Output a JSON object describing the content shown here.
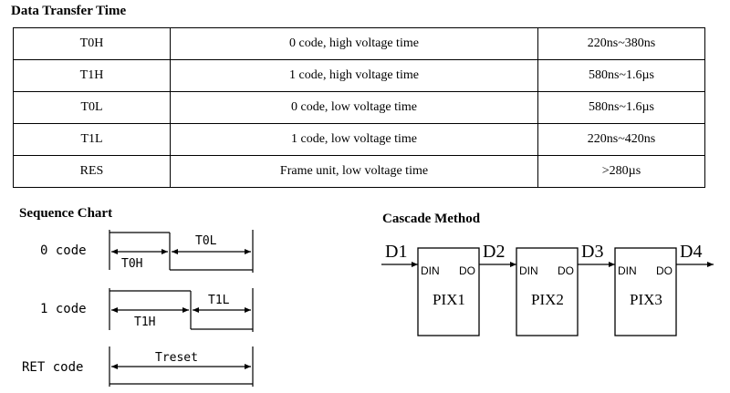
{
  "transfer": {
    "title": "Data Transfer Time",
    "rows": [
      {
        "name": "T0H",
        "desc": "0 code, high voltage time",
        "value": "220ns~380ns"
      },
      {
        "name": "T1H",
        "desc": "1 code, high voltage time",
        "value": "580ns~1.6µs"
      },
      {
        "name": "T0L",
        "desc": "0 code, low voltage time",
        "value": "580ns~1.6µs"
      },
      {
        "name": "T1L",
        "desc": "1 code, low voltage time",
        "value": "220ns~420ns"
      },
      {
        "name": "RES",
        "desc": "Frame unit, low voltage time",
        "value": ">280µs"
      }
    ]
  },
  "sequence": {
    "title": "Sequence Chart",
    "rows": [
      {
        "label": "0 code",
        "high_label": "T0H",
        "low_label": "T0L"
      },
      {
        "label": "1 code",
        "high_label": "T1H",
        "low_label": "T1L"
      },
      {
        "label": "RET code",
        "reset_label": "Treset"
      }
    ]
  },
  "cascade": {
    "title": "Cascade Method",
    "signals": [
      "D1",
      "D2",
      "D3",
      "D4"
    ],
    "pixels": [
      {
        "name": "PIX1",
        "din": "DIN",
        "dout": "DO"
      },
      {
        "name": "PIX2",
        "din": "DIN",
        "dout": "DO"
      },
      {
        "name": "PIX3",
        "din": "DIN",
        "dout": "DO"
      }
    ]
  }
}
